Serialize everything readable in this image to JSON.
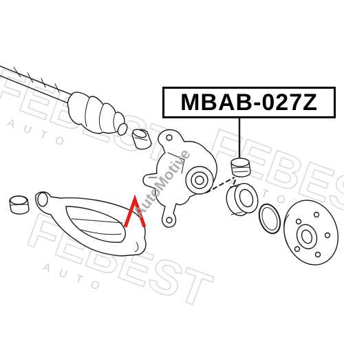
{
  "part_number": "MBAB-027Z",
  "watermark_text": "FEBEST",
  "watermark_subtext": "AUTO",
  "overlay_watermark": "AutoMotive",
  "colors": {
    "line": "#1a1a1a",
    "watermark": "#d8d8d8",
    "label_border": "#000000",
    "overlay_red": "#e0221b",
    "overlay_grey": "#9a9a9a"
  }
}
